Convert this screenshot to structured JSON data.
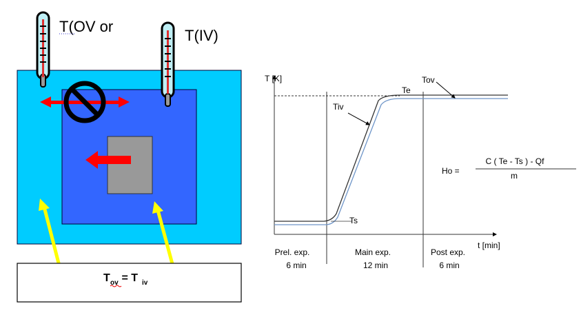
{
  "left_diagram": {
    "label_ov": "T(OV or",
    "label_iv": "T(IV)",
    "equation_T": "T",
    "equation_sub_ov": "ov",
    "equation_eq": " = T",
    "equation_sub_iv": "iv",
    "colors": {
      "outer": "#00CCFF",
      "inner": "#3366FF",
      "sample": "#999999",
      "arrow": "#FF0000",
      "pointer": "#FFFF00"
    }
  },
  "graph": {
    "y_axis_label": "T [K]",
    "x_axis_label": "t [min]",
    "curve_labels": {
      "tiv": "Tiv",
      "te": "Te",
      "tov": "Tov",
      "ts": "Ts"
    },
    "phases": [
      {
        "name": "Prel. exp.",
        "duration": "6 min"
      },
      {
        "name": "Main exp.",
        "duration": "12 min"
      },
      {
        "name": "Post exp.",
        "duration": "6 min"
      }
    ],
    "formula": {
      "lhs": "Ho =",
      "numerator": "C ( Te - Ts ) - Qf",
      "denominator": "m"
    }
  }
}
